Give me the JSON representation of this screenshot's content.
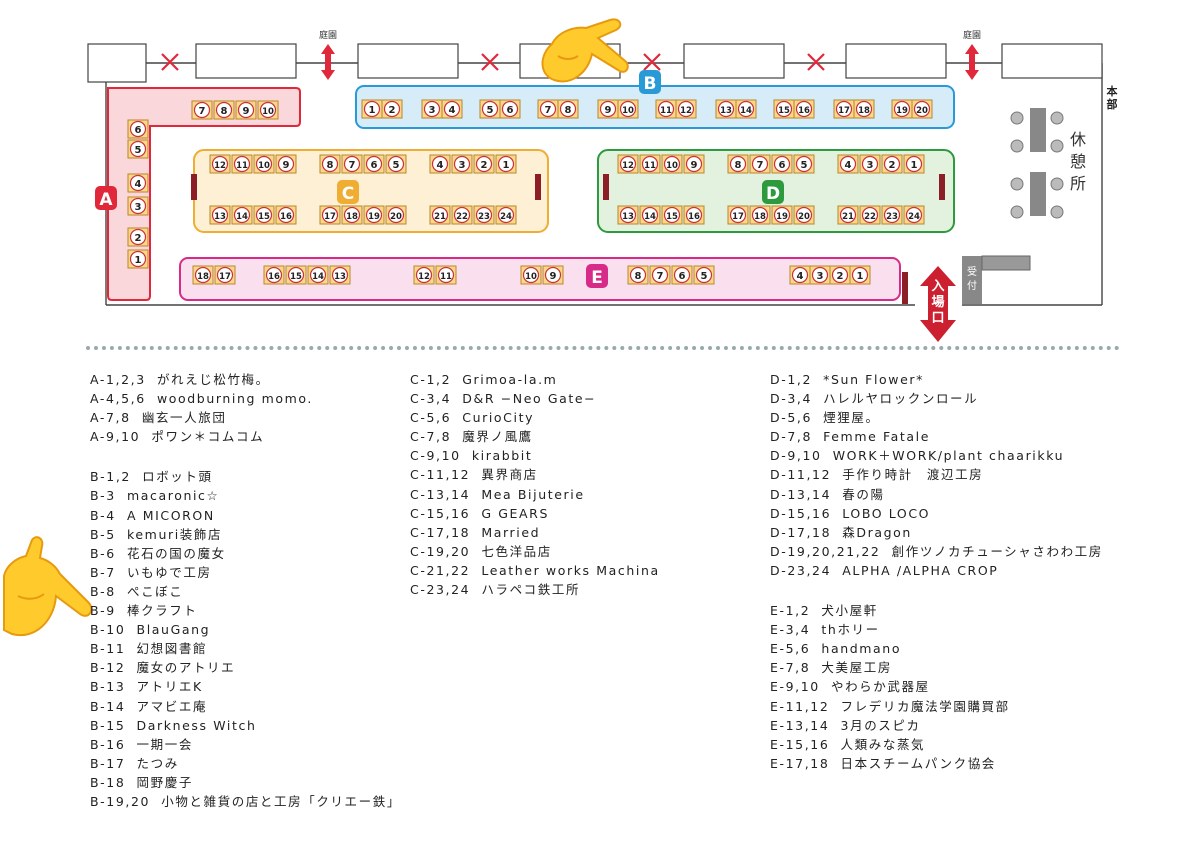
{
  "map": {
    "labels": {
      "garden": "庭園",
      "hq": "本部",
      "rest": "休憩所",
      "reception": "受付",
      "entrance": "入場口"
    },
    "colors": {
      "A": {
        "fill": "#fad7da",
        "stroke": "#e0283a"
      },
      "B": {
        "fill": "#d6ecf8",
        "stroke": "#2a9ad6"
      },
      "C": {
        "fill": "#fdf0d4",
        "stroke": "#efad33"
      },
      "D": {
        "fill": "#e2f2df",
        "stroke": "#2d9a3d"
      },
      "E": {
        "fill": "#fae0ee",
        "stroke": "#d72a89"
      },
      "booth_fill": "#fcd68a",
      "booth_stroke": "#b8872b",
      "circle_stroke": "#c8323c",
      "cross": "#e0283a",
      "entrance": "#cc2030"
    },
    "zones": {
      "A": {
        "letter": "A",
        "booths": [
          "7",
          "8",
          "9",
          "10",
          "6",
          "5",
          "4",
          "3",
          "2",
          "1"
        ]
      },
      "B": {
        "letter": "B",
        "booths": [
          "1",
          "2",
          "3",
          "4",
          "5",
          "6",
          "7",
          "8",
          "9",
          "10",
          "11",
          "12",
          "13",
          "14",
          "15",
          "16",
          "17",
          "18",
          "19",
          "20"
        ]
      },
      "C": {
        "letter": "C",
        "top": [
          "12",
          "11",
          "10",
          "9",
          "8",
          "7",
          "6",
          "5",
          "4",
          "3",
          "2",
          "1"
        ],
        "bottom": [
          "13",
          "14",
          "15",
          "16",
          "17",
          "18",
          "19",
          "20",
          "21",
          "22",
          "23",
          "24"
        ]
      },
      "D": {
        "letter": "D",
        "top": [
          "12",
          "11",
          "10",
          "9",
          "8",
          "7",
          "6",
          "5",
          "4",
          "3",
          "2",
          "1"
        ],
        "bottom": [
          "13",
          "14",
          "15",
          "16",
          "17",
          "18",
          "19",
          "20",
          "21",
          "22",
          "23",
          "24"
        ]
      },
      "E": {
        "letter": "E",
        "booths": [
          "18",
          "17",
          "16",
          "15",
          "14",
          "13",
          "12",
          "11",
          "10",
          "9",
          "8",
          "7",
          "6",
          "5",
          "4",
          "3",
          "2",
          "1"
        ]
      }
    }
  },
  "lists": {
    "col1": [
      {
        "id": "A-1,2,3",
        "name": "がれえじ松竹梅。"
      },
      {
        "id": "A-4,5,6",
        "name": "woodburning momo."
      },
      {
        "id": "A-7,8",
        "name": "幽玄一人旅団"
      },
      {
        "id": "A-9,10",
        "name": "ポワン＊コムコム"
      },
      {
        "gap": true
      },
      {
        "id": "B-1,2",
        "name": "ロボット頭"
      },
      {
        "id": "B-3",
        "name": "macaronic☆"
      },
      {
        "id": "B-4",
        "name": "A MICORON"
      },
      {
        "id": "B-5",
        "name": "kemuri装飾店"
      },
      {
        "id": "B-6",
        "name": "花石の国の魔女"
      },
      {
        "id": "B-7",
        "name": "いもゆで工房"
      },
      {
        "id": "B-8",
        "name": "ぺこぼこ"
      },
      {
        "id": "B-9",
        "name": "棒クラフト"
      },
      {
        "id": "B-10",
        "name": "BlauGang"
      },
      {
        "id": "B-11",
        "name": "幻想図書館"
      },
      {
        "id": "B-12",
        "name": "魔女のアトリエ"
      },
      {
        "id": "B-13",
        "name": "アトリエK"
      },
      {
        "id": "B-14",
        "name": "アマビエ庵"
      },
      {
        "id": "B-15",
        "name": "Darkness Witch"
      },
      {
        "id": "B-16",
        "name": "一期一会"
      },
      {
        "id": "B-17",
        "name": "たつみ"
      },
      {
        "id": "B-18",
        "name": "岡野慶子"
      },
      {
        "id": "B-19,20",
        "name": "小物と雑貨の店と工房「クリエー鉄」"
      }
    ],
    "col2": [
      {
        "id": "C-1,2",
        "name": "Grimoa-la.m"
      },
      {
        "id": "C-3,4",
        "name": "D&R −Neo Gate−"
      },
      {
        "id": "C-5,6",
        "name": "CurioCity"
      },
      {
        "id": "C-7,8",
        "name": "魔界ノ風鷹"
      },
      {
        "id": "C-9,10",
        "name": "kirabbit"
      },
      {
        "id": "C-11,12",
        "name": "異界商店"
      },
      {
        "id": "C-13,14",
        "name": "Mea Bijuterie"
      },
      {
        "id": "C-15,16",
        "name": "G GEARS"
      },
      {
        "id": "C-17,18",
        "name": "Married"
      },
      {
        "id": "C-19,20",
        "name": "七色洋品店"
      },
      {
        "id": "C-21,22",
        "name": "Leather works Machina"
      },
      {
        "id": "C-23,24",
        "name": "ハラペコ鉄工所"
      }
    ],
    "col3": [
      {
        "id": "D-1,2",
        "name": "*Sun Flower*"
      },
      {
        "id": "D-3,4",
        "name": "ハレルヤロックンロール"
      },
      {
        "id": "D-5,6",
        "name": "煙狸屋。"
      },
      {
        "id": "D-7,8",
        "name": "Femme Fatale"
      },
      {
        "id": "D-9,10",
        "name": "WORK＋WORK/plant chaarikku"
      },
      {
        "id": "D-11,12",
        "name": "手作り時計　渡辺工房"
      },
      {
        "id": "D-13,14",
        "name": "春の陽"
      },
      {
        "id": "D-15,16",
        "name": "LOBO LOCO"
      },
      {
        "id": "D-17,18",
        "name": "森Dragon"
      },
      {
        "id": "D-19,20,21,22",
        "name": "創作ツノカチューシャさわわ工房"
      },
      {
        "id": "D-23,24",
        "name": "ALPHA /ALPHA CROP"
      },
      {
        "gap": true
      },
      {
        "id": "E-1,2",
        "name": "犬小屋軒"
      },
      {
        "id": "E-3,4",
        "name": "thホリー"
      },
      {
        "id": "E-5,6",
        "name": "handmano"
      },
      {
        "id": "E-7,8",
        "name": "大美屋工房"
      },
      {
        "id": "E-9,10",
        "name": "やわらか武器屋"
      },
      {
        "id": "E-11,12",
        "name": "フレデリカ魔法学園購買部"
      },
      {
        "id": "E-13,14",
        "name": "3月のスピカ"
      },
      {
        "id": "E-15,16",
        "name": "人類みな蒸気"
      },
      {
        "id": "E-17,18",
        "name": "日本スチームパンク協会"
      }
    ]
  }
}
